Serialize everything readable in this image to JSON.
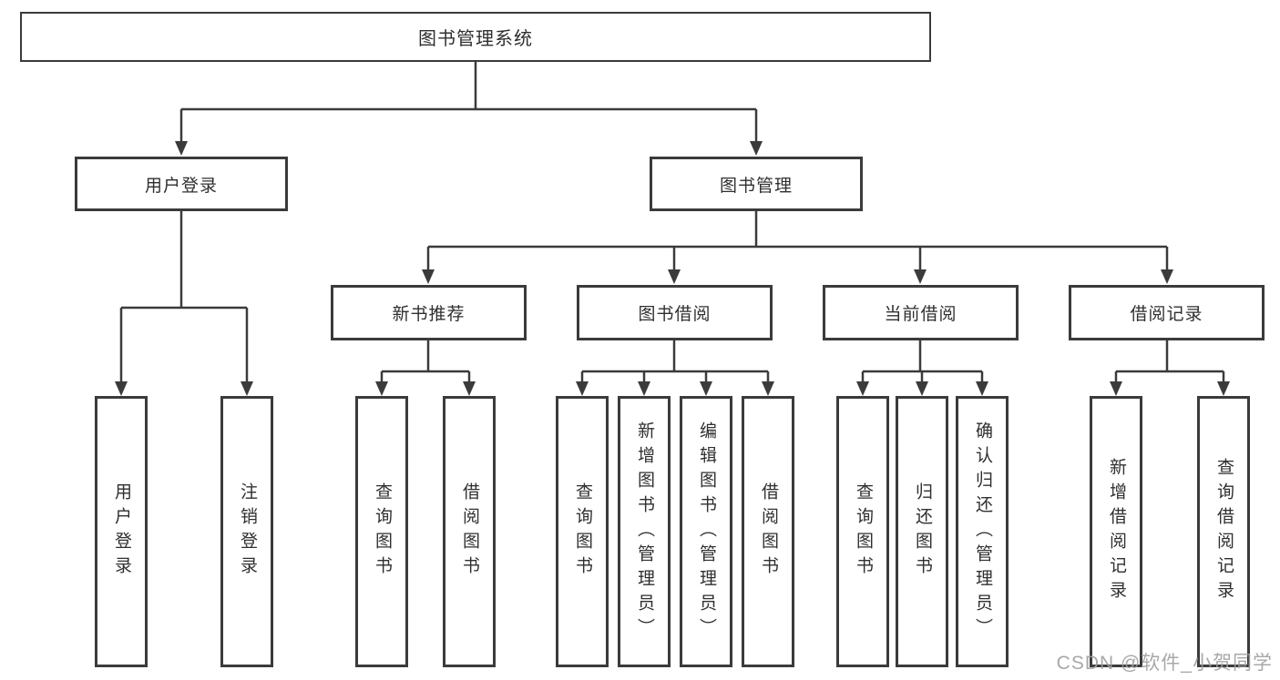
{
  "diagram_title": "图书管理系统",
  "nodes": {
    "root": {
      "label": "图书管理系统"
    },
    "user_login_group": {
      "label": "用户登录"
    },
    "book_mgmt_group": {
      "label": "图书管理"
    },
    "new_book_rec": {
      "label": "新书推荐"
    },
    "book_borrow": {
      "label": "图书借阅"
    },
    "current_borrow": {
      "label": "当前借阅"
    },
    "borrow_records": {
      "label": "借阅记录"
    },
    "leaves": {
      "user_login": "用户登录",
      "logout": "注销登录",
      "query_book_nbr": "查询图书",
      "borrow_book_nbr": "借阅图书",
      "query_book_bb": "查询图书",
      "add_book_admin": "新增图书（管理员）",
      "edit_book_admin": "编辑图书（管理员）",
      "borrow_book_bb": "借阅图书",
      "query_book_cb": "查询图书",
      "return_book": "归还图书",
      "confirm_return_admin": "确认归还（管理员）",
      "add_borrow_record": "新增借阅记录",
      "query_borrow_record": "查询借阅记录"
    }
  },
  "watermark": "CSDN @软件_小贺同学",
  "colors": {
    "line": "#3b3b3b",
    "box_border": "#3b3b3b",
    "box_bg": "#ffffff",
    "text": "#2f2f2f",
    "watermark": "#9e9e9e"
  }
}
